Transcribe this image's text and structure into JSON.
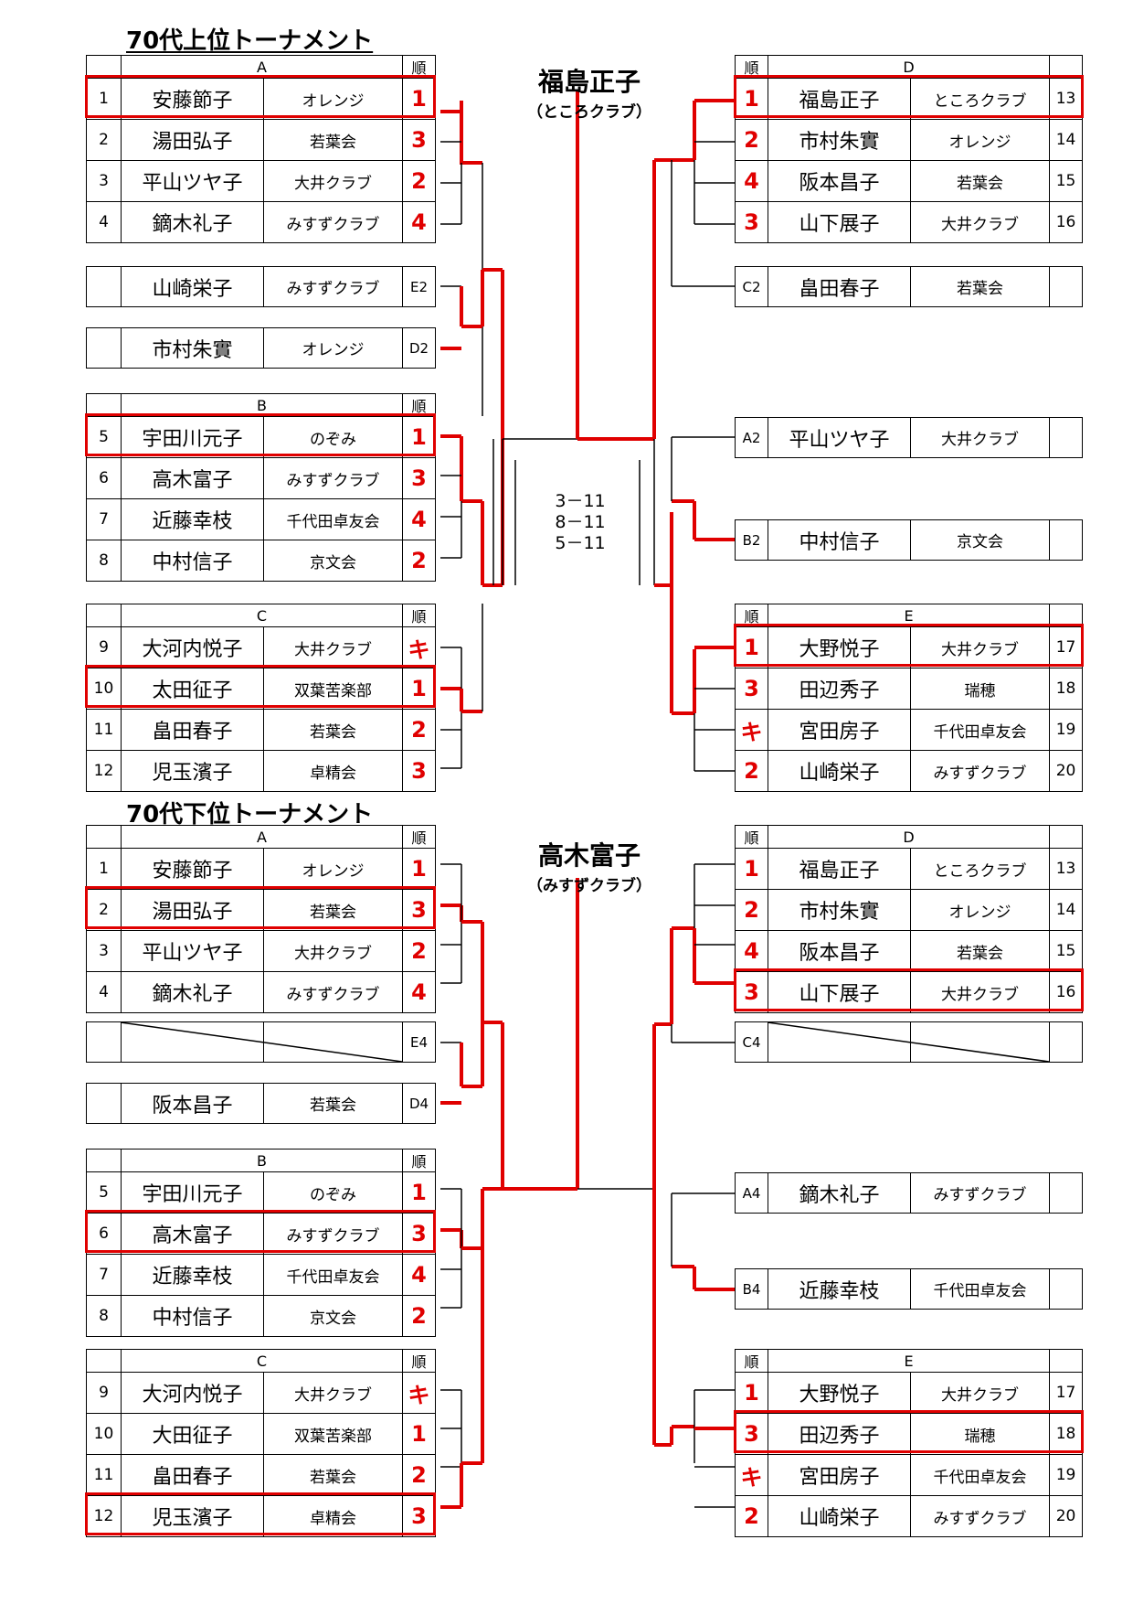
{
  "upper": {
    "title": "70代上位トーナメント",
    "champion": {
      "name": "福島正子",
      "club": "（ところクラブ）"
    },
    "score": [
      "3－11",
      "8－11",
      "5－11"
    ],
    "groups": [
      {
        "letter": "A",
        "rank_header": "順",
        "rows": [
          {
            "no": "1",
            "name": "安藤節子",
            "club": "オレンジ",
            "rank": "1"
          },
          {
            "no": "2",
            "name": "湯田弘子",
            "club": "若葉会",
            "rank": "3"
          },
          {
            "no": "3",
            "name": "平山ツヤ子",
            "club": "大井クラブ",
            "rank": "2"
          },
          {
            "no": "4",
            "name": "鏑木礼子",
            "club": "みすずクラブ",
            "rank": "4"
          }
        ]
      },
      {
        "letter": "B",
        "rank_header": "順",
        "rows": [
          {
            "no": "5",
            "name": "宇田川元子",
            "club": "のぞみ",
            "rank": "1"
          },
          {
            "no": "6",
            "name": "高木富子",
            "club": "みすずクラブ",
            "rank": "3"
          },
          {
            "no": "7",
            "name": "近藤幸枝",
            "club": "千代田卓友会",
            "rank": "4"
          },
          {
            "no": "8",
            "name": "中村信子",
            "club": "京文会",
            "rank": "2"
          }
        ]
      },
      {
        "letter": "C",
        "rank_header": "順",
        "rows": [
          {
            "no": "9",
            "name": "大河内悦子",
            "club": "大井クラブ",
            "rank": "キ"
          },
          {
            "no": "10",
            "name": "太田征子",
            "club": "双葉苦楽部",
            "rank": "1"
          },
          {
            "no": "11",
            "name": "畠田春子",
            "club": "若葉会",
            "rank": "2"
          },
          {
            "no": "12",
            "name": "児玉濱子",
            "club": "卓精会",
            "rank": "3"
          }
        ]
      },
      {
        "letter": "D",
        "rank_header": "順",
        "rows": [
          {
            "no": "13",
            "name": "福島正子",
            "club": "ところクラブ",
            "rank": "1"
          },
          {
            "no": "14",
            "name": "市村朱實",
            "club": "オレンジ",
            "rank": "2"
          },
          {
            "no": "15",
            "name": "阪本昌子",
            "club": "若葉会",
            "rank": "4"
          },
          {
            "no": "16",
            "name": "山下展子",
            "club": "大井クラブ",
            "rank": "3"
          }
        ]
      },
      {
        "letter": "E",
        "rank_header": "順",
        "rows": [
          {
            "no": "17",
            "name": "大野悦子",
            "club": "大井クラブ",
            "rank": "1"
          },
          {
            "no": "18",
            "name": "田辺秀子",
            "club": "瑞穂",
            "rank": "3"
          },
          {
            "no": "19",
            "name": "宮田房子",
            "club": "千代田卓友会",
            "rank": "キ"
          },
          {
            "no": "20",
            "name": "山崎栄子",
            "club": "みすずクラブ",
            "rank": "2"
          }
        ]
      }
    ],
    "entries": [
      {
        "seed": "E2",
        "name": "山崎栄子",
        "club": "みすずクラブ"
      },
      {
        "seed": "D2",
        "name": "市村朱實",
        "club": "オレンジ"
      },
      {
        "seed": "C2",
        "name": "畠田春子",
        "club": "若葉会"
      },
      {
        "seed": "A2",
        "name": "平山ツヤ子",
        "club": "大井クラブ"
      },
      {
        "seed": "B2",
        "name": "中村信子",
        "club": "京文会"
      }
    ]
  },
  "lower": {
    "title": "70代下位トーナメント",
    "champion": {
      "name": "高木富子",
      "club": "（みすずクラブ）"
    },
    "groups": [
      {
        "letter": "A",
        "rank_header": "順",
        "rows": [
          {
            "no": "1",
            "name": "安藤節子",
            "club": "オレンジ",
            "rank": "1"
          },
          {
            "no": "2",
            "name": "湯田弘子",
            "club": "若葉会",
            "rank": "3"
          },
          {
            "no": "3",
            "name": "平山ツヤ子",
            "club": "大井クラブ",
            "rank": "2"
          },
          {
            "no": "4",
            "name": "鏑木礼子",
            "club": "みすずクラブ",
            "rank": "4"
          }
        ]
      },
      {
        "letter": "B",
        "rank_header": "順",
        "rows": [
          {
            "no": "5",
            "name": "宇田川元子",
            "club": "のぞみ",
            "rank": "1"
          },
          {
            "no": "6",
            "name": "高木富子",
            "club": "みすずクラブ",
            "rank": "3"
          },
          {
            "no": "7",
            "name": "近藤幸枝",
            "club": "千代田卓友会",
            "rank": "4"
          },
          {
            "no": "8",
            "name": "中村信子",
            "club": "京文会",
            "rank": "2"
          }
        ]
      },
      {
        "letter": "C",
        "rank_header": "順",
        "rows": [
          {
            "no": "9",
            "name": "大河内悦子",
            "club": "大井クラブ",
            "rank": "キ"
          },
          {
            "no": "10",
            "name": "大田征子",
            "club": "双葉苦楽部",
            "rank": "1"
          },
          {
            "no": "11",
            "name": "畠田春子",
            "club": "若葉会",
            "rank": "2"
          },
          {
            "no": "12",
            "name": "児玉濱子",
            "club": "卓精会",
            "rank": "3"
          }
        ]
      },
      {
        "letter": "D",
        "rank_header": "順",
        "rows": [
          {
            "no": "13",
            "name": "福島正子",
            "club": "ところクラブ",
            "rank": "1"
          },
          {
            "no": "14",
            "name": "市村朱實",
            "club": "オレンジ",
            "rank": "2"
          },
          {
            "no": "15",
            "name": "阪本昌子",
            "club": "若葉会",
            "rank": "4"
          },
          {
            "no": "16",
            "name": "山下展子",
            "club": "大井クラブ",
            "rank": "3"
          }
        ]
      },
      {
        "letter": "E",
        "rank_header": "順",
        "rows": [
          {
            "no": "17",
            "name": "大野悦子",
            "club": "大井クラブ",
            "rank": "1"
          },
          {
            "no": "18",
            "name": "田辺秀子",
            "club": "瑞穂",
            "rank": "3"
          },
          {
            "no": "19",
            "name": "宮田房子",
            "club": "千代田卓友会",
            "rank": "キ"
          },
          {
            "no": "20",
            "name": "山崎栄子",
            "club": "みすずクラブ",
            "rank": "2"
          }
        ]
      }
    ],
    "entries": [
      {
        "seed": "E4",
        "name": "",
        "club": ""
      },
      {
        "seed": "D4",
        "name": "阪本昌子",
        "club": "若葉会"
      },
      {
        "seed": "C4",
        "name": "",
        "club": ""
      },
      {
        "seed": "A4",
        "name": "鏑木礼子",
        "club": "みすずクラブ"
      },
      {
        "seed": "B4",
        "name": "近藤幸枝",
        "club": "千代田卓友会"
      }
    ]
  },
  "colors": {
    "highlight": "#e00000",
    "line": "#000000"
  }
}
